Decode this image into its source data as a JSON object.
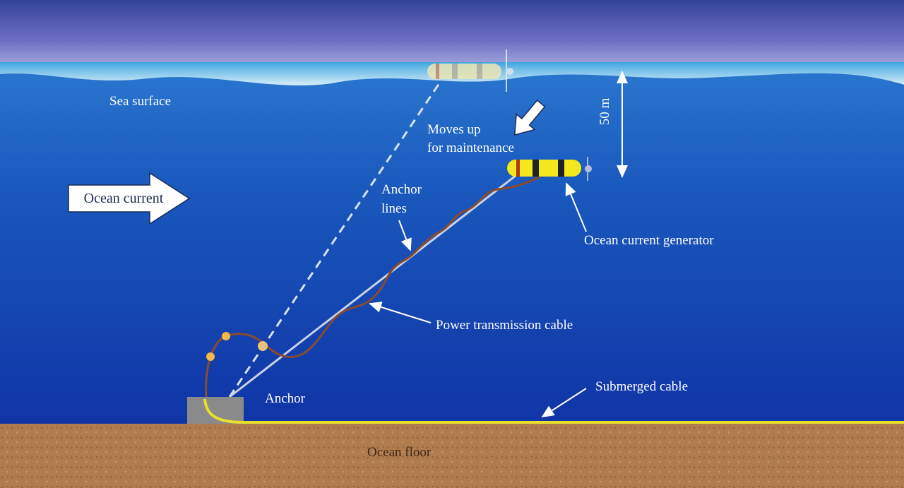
{
  "labels": {
    "sea_surface": "Sea surface",
    "ocean_current": "Ocean current",
    "moves_up_line1": "Moves up",
    "moves_up_line2": "for maintenance",
    "depth": "50 m",
    "anchor_lines_line1": "Anchor",
    "anchor_lines_line2": "lines",
    "generator": "Ocean current generator",
    "power_cable": "Power transmission cable",
    "submerged_cable": "Submerged cable",
    "anchor": "Anchor",
    "ocean_floor": "Ocean floor"
  },
  "colors": {
    "sea_top": "#2a78cf",
    "sea_bottom": "#0f34a6",
    "floor": "#b07c4e",
    "generator_yellow": "#f2e81c",
    "submerged_cable": "#e6e02a",
    "power_cable": "#8a4a2e",
    "anchor_block": "#8a8a8a"
  }
}
